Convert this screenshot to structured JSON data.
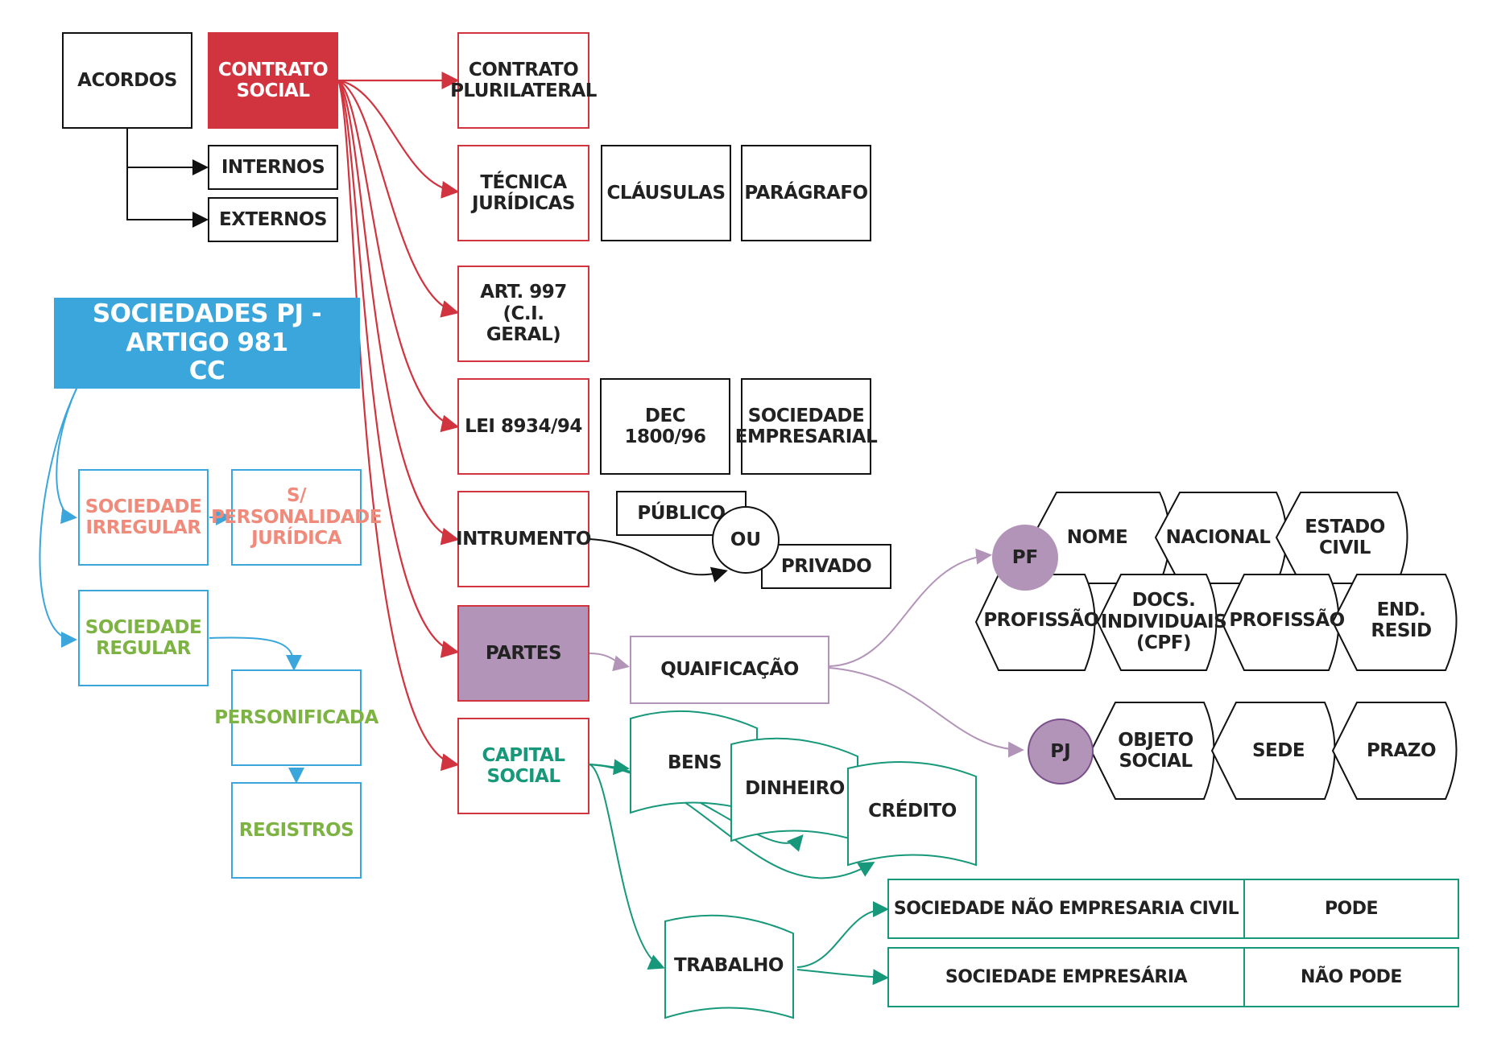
{
  "colors": {
    "red": "#d2343f",
    "blue": "#3aa6dc",
    "purple": "#b394b9",
    "teal": "#17987a",
    "green": "#7cb342",
    "salmon": "#f08a7b",
    "black": "#111111"
  },
  "top_left": {
    "acordos": "ACORDOS",
    "contrato_social": "CONTRATO\nSOCIAL",
    "internos": "INTERNOS",
    "externos": "EXTERNOS"
  },
  "contrato_branches": {
    "contrato_plurilateral": "CONTRATO\nPLURILATERAL",
    "tecnica_juridicas": "TÉCNICA\nJURÍDICAS",
    "clausulas": "CLÁUSULAS",
    "paragrafo": "PARÁGRAFO",
    "art_997": "ART. 997 (C.I.\nGERAL)",
    "lei_8934": "LEI 8934/94",
    "dec_1800": "DEC 1800/96",
    "sociedade_empresarial": "SOCIEDADE\nEMPRESARIAL",
    "instrumento": "INTRUMENTO",
    "publico": "PÚBLICO",
    "ou": "OU",
    "privado": "PRIVADO",
    "partes": "PARTES",
    "qualificacao": "QUAIFICAÇÃO",
    "capital_social": "CAPITAL SOCIAL"
  },
  "pf": {
    "label": "PF",
    "items": [
      "NOME",
      "NACIONAL",
      "ESTADO CIVIL",
      "PROFISSÃO",
      "DOCS.\nINDIVIDUAIS\n(CPF)",
      "PROFISSÃO",
      "END. RESID"
    ]
  },
  "pj": {
    "label": "PJ",
    "items": [
      "OBJETO SOCIAL",
      "SEDE",
      "PRAZO"
    ]
  },
  "capital": {
    "bens": "BENS",
    "dinheiro": "DINHEIRO",
    "credito": "CRÉDITO",
    "trabalho": "TRABALHO"
  },
  "trabalho_table": {
    "rows": [
      {
        "sociedade": "SOCIEDADE NÃO EMPRESARIA CIVIL",
        "status": "PODE"
      },
      {
        "sociedade": "SOCIEDADE EMPRESÁRIA",
        "status": "NÃO PODE"
      }
    ]
  },
  "sociedades": {
    "title": "SOCIEDADES PJ - ARTIGO 981\nCC",
    "irregular": "SOCIEDADE\nIRREGULAR",
    "sem_personalidade": "S/\nPERSONALIDADE\nJURÍDICA",
    "regular": "SOCIEDADE\nREGULAR",
    "personificada": "PERSONIFICADA",
    "registros": "REGISTROS"
  }
}
